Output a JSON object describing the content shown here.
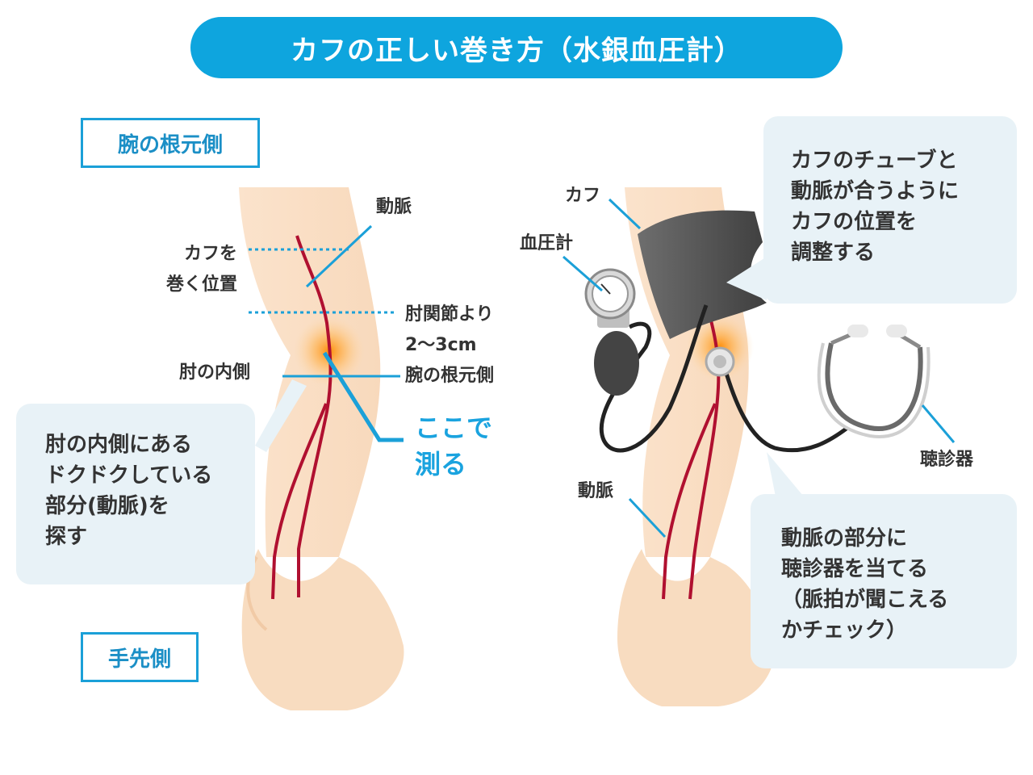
{
  "title": "カフの正しい巻き方（水銀血圧計）",
  "left": {
    "top_side_label": "腕の根元側",
    "bottom_side_label": "手先側",
    "artery_label": "動脈",
    "cuff_position": [
      "カフを",
      "巻く位置"
    ],
    "elbow_distance": [
      "肘関節より",
      "2〜3cm",
      "腕の根元側"
    ],
    "elbow_inner": "肘の内側",
    "measure_here": [
      "ここで",
      "測る"
    ],
    "callout": [
      "肘の内側にある",
      "ドクドクしている",
      "部分(動脈)を",
      "探す"
    ]
  },
  "right": {
    "cuff_label": "カフ",
    "gauge_label": "血圧計",
    "stethoscope_label": "聴診器",
    "artery_label": "動脈",
    "callout_top": [
      "カフのチューブと",
      "動脈が合うように",
      "カフの位置を",
      "調整する"
    ],
    "callout_bottom": [
      "動脈の部分に",
      "聴診器を当てる",
      "（脈拍が聞こえる",
      "かチェック）"
    ]
  },
  "colors": {
    "accent_blue": "#0ea5de",
    "skin": "#fbe0c7",
    "artery": "#b01030",
    "cuff": "#555555",
    "callout_bg": "#e8f2f7"
  }
}
